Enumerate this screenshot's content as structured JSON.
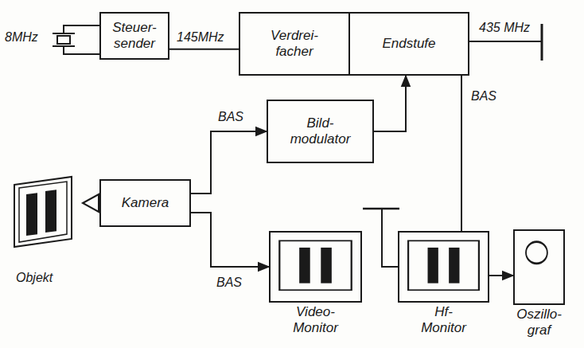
{
  "diagram": {
    "nodes": [
      {
        "text": [
          "Steuer- sender"
        ]
      },
      {
        "text": [
          "Verdrei- facher"
        ]
      },
      {
        "text": [
          "Endstufe"
        ]
      },
      {
        "text": [
          "Bild- modulator"
        ]
      },
      {
        "text": [
          "Kamera"
        ]
      },
      {
        "text": [
          "Video- Monitor"
        ]
      },
      {
        "text": [
          "Hf- Monitor"
        ]
      },
      {
        "text": [
          "Oszillo- graf"
        ]
      }
    ],
    "edges": [
      {
        "from": 0,
        "to": 1,
        "label": "145MHz",
        "arrow": "none"
      },
      {
        "from": 3,
        "to": 2,
        "arrow": "to"
      },
      {
        "from": 4,
        "to": 3,
        "label": "BAS",
        "arrow": "to"
      },
      {
        "from": 4,
        "to": 5,
        "label": "BAS",
        "arrow": "to"
      },
      {
        "from": 2,
        "to": 7,
        "label": "BAS",
        "arrow": "to"
      }
    ],
    "labels": [
      "8MHz",
      "435 MHz",
      "Objekt"
    ]
  }
}
